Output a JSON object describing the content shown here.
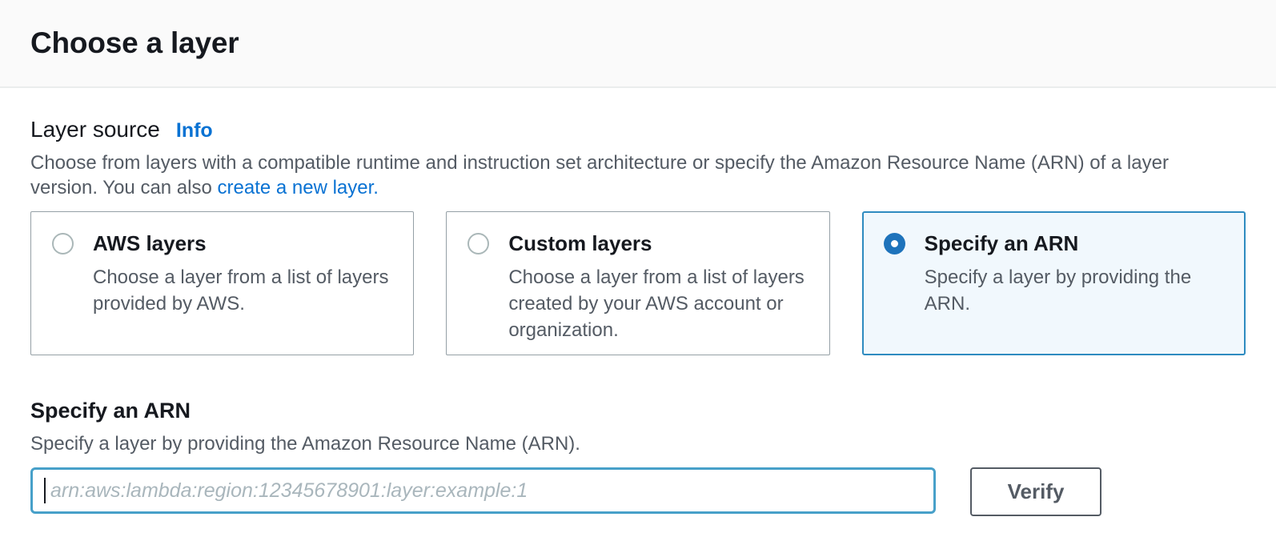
{
  "header": {
    "title": "Choose a layer"
  },
  "layer_source": {
    "label": "Layer source",
    "info_link_label": "Info",
    "description_text": "Choose from layers with a compatible runtime and instruction set architecture or specify the Amazon Resource Name (ARN) of a layer version. You can also",
    "create_link_label": "create a new layer.",
    "options": [
      {
        "title": "AWS layers",
        "description": "Choose a layer from a list of layers provided by AWS.",
        "selected": false
      },
      {
        "title": "Custom layers",
        "description": "Choose a layer from a list of layers created by your AWS account or organization.",
        "selected": false
      },
      {
        "title": "Specify an ARN",
        "description": "Specify a layer by providing the ARN.",
        "selected": true
      }
    ]
  },
  "arn_section": {
    "title": "Specify an ARN",
    "description": "Specify a layer by providing the Amazon Resource Name (ARN).",
    "input_value": "",
    "input_placeholder": "arn:aws:lambda:region:12345678901:layer:example:1",
    "verify_button_label": "Verify"
  },
  "colors": {
    "link_blue": "#0972d3",
    "selected_card_border": "#2e8bc0",
    "selected_card_background": "#f1f8fd",
    "radio_selected_blue": "#1e73bb",
    "input_focus_border": "#47a0c9",
    "button_border_gray": "#545b64",
    "header_background": "#fafafa",
    "body_text_gray": "#545b64"
  }
}
